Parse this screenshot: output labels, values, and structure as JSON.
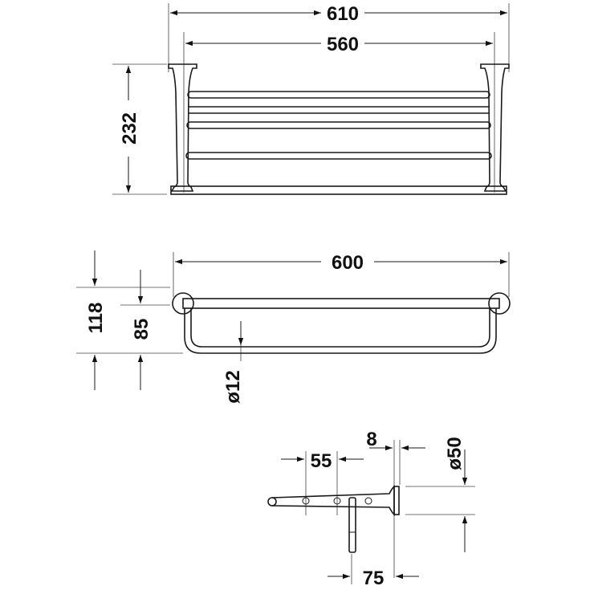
{
  "drawing": {
    "front_view": {
      "overall_width": "610",
      "mounting_width": "560",
      "height": "232"
    },
    "top_view": {
      "length": "600",
      "depth_total": "118",
      "depth_bar": "85",
      "tube_diameter": "ø12"
    },
    "side_view": {
      "hole_spacing": "55",
      "plate_thickness": "8",
      "plate_diameter": "ø50",
      "hanger_offset": "75"
    },
    "line_color": "#1a1a1a"
  }
}
